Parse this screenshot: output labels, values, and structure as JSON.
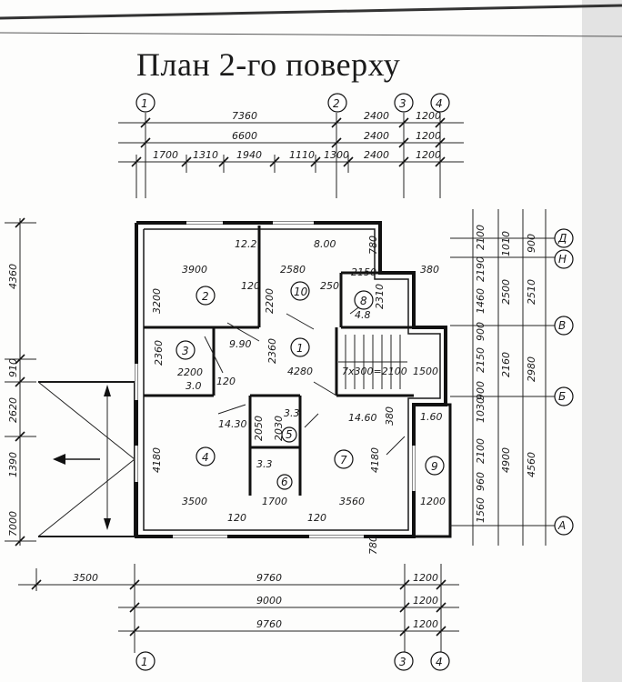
{
  "title": "План 2-го поверху",
  "top_dimensions": {
    "row1": [
      "7360",
      "2400",
      "1200"
    ],
    "row2": [
      "6600",
      "2400",
      "1200"
    ],
    "row3": [
      "1700",
      "1310",
      "1940",
      "1110",
      "1300",
      "2400",
      "1200"
    ]
  },
  "bottom_dimensions": {
    "row1": [
      "3500",
      "9760",
      "1200"
    ],
    "row2": [
      "9000",
      "1200"
    ],
    "row3": [
      "9760",
      "1200"
    ]
  },
  "left_dimensions": [
    "4360",
    "910",
    "2620",
    "1390",
    "7000"
  ],
  "right_dimensions": {
    "col1": [
      "2100",
      "2190",
      "1460",
      "900",
      "2150",
      "900",
      "1030",
      "2100",
      "960",
      "1560"
    ],
    "col2": [
      "1010",
      "2500",
      "2160",
      "4900"
    ],
    "col3": [
      "900",
      "2510",
      "2980",
      "4560"
    ]
  },
  "axes_vertical": [
    "1",
    "2",
    "3",
    "4"
  ],
  "axes_horizontal": [
    "Д",
    "Н",
    "В",
    "Б",
    "А"
  ],
  "rooms": [
    {
      "num": "1",
      "area": "4280"
    },
    {
      "num": "2",
      "area": "12.2"
    },
    {
      "num": "3",
      "area": "9.90"
    },
    {
      "num": "4",
      "area": "14.30"
    },
    {
      "num": "5",
      "area": "3.3"
    },
    {
      "num": "6",
      "area": "3.3"
    },
    {
      "num": "7",
      "area": "14.60"
    },
    {
      "num": "8",
      "area": "4.8"
    },
    {
      "num": "9",
      "area": "1.60"
    },
    {
      "num": "10",
      "area": "8.00"
    }
  ],
  "interior_dimensions": [
    "3900",
    "2580",
    "2150",
    "380",
    "780",
    "3200",
    "120",
    "2200",
    "2310",
    "250",
    "2360",
    "2200",
    "3.0",
    "120",
    "2360",
    "1500",
    "7x300=2100",
    "2050",
    "2030",
    "4180",
    "4180",
    "3500",
    "1700",
    "3560",
    "1200",
    "120",
    "120",
    "380",
    "780"
  ]
}
